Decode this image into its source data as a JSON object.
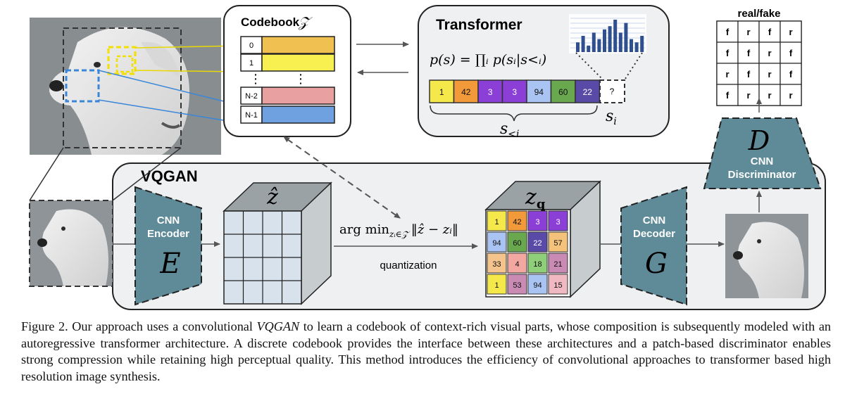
{
  "codebook": {
    "title": "Codebook",
    "symbol": "𝒵",
    "entries": [
      {
        "index": "0",
        "color": "#f0c050"
      },
      {
        "index": "1",
        "color": "#f8f050"
      },
      {
        "index": "N-2",
        "color": "#e8a0a0"
      },
      {
        "index": "N-1",
        "color": "#6fa0e0"
      }
    ]
  },
  "transformer": {
    "title": "Transformer",
    "formula": "p(s) = ∏ᵢ p(sᵢ|s<ᵢ)",
    "sequence": [
      {
        "value": "1",
        "color": "#f5e84a"
      },
      {
        "value": "42",
        "color": "#f2993a"
      },
      {
        "value": "3",
        "color": "#8c3fd6"
      },
      {
        "value": "3",
        "color": "#8c3fd6"
      },
      {
        "value": "94",
        "color": "#a9c4f2"
      },
      {
        "value": "60",
        "color": "#6aa84f"
      },
      {
        "value": "22",
        "color": "#5a4aa8"
      }
    ],
    "unknown": "?",
    "context_label": "s<i",
    "target_label": "si",
    "histogram": [
      3,
      5,
      2,
      6,
      4,
      7,
      8,
      10,
      6,
      9,
      4,
      3,
      5
    ]
  },
  "discriminator": {
    "header": "real/fake",
    "grid": [
      [
        "f",
        "r",
        "f",
        "r"
      ],
      [
        "f",
        "f",
        "r",
        "f"
      ],
      [
        "r",
        "f",
        "r",
        "f"
      ],
      [
        "f",
        "r",
        "r",
        "r"
      ]
    ],
    "symbol": "D",
    "label_line1": "CNN",
    "label_line2": "Discriminator"
  },
  "vqgan": {
    "title": "VQGAN",
    "encoder_line1": "CNN",
    "encoder_line2": "Encoder",
    "encoder_symbol": "E",
    "decoder_line1": "CNN",
    "decoder_line2": "Decoder",
    "decoder_symbol": "G",
    "zhat_symbol": "ẑ",
    "zq_symbol": "z",
    "zq_sub": "q",
    "argmin": "arg min",
    "argmin_sub": "zᵢ∈𝒵",
    "argmin_norm": "‖ẑ − zᵢ‖",
    "quantization": "quantization",
    "zq_grid": [
      [
        {
          "v": "1",
          "c": "#f5e84a"
        },
        {
          "v": "42",
          "c": "#f2993a"
        },
        {
          "v": "3",
          "c": "#8c3fd6"
        },
        {
          "v": "3",
          "c": "#8c3fd6"
        }
      ],
      [
        {
          "v": "94",
          "c": "#a9c4f2"
        },
        {
          "v": "60",
          "c": "#6aa84f"
        },
        {
          "v": "22",
          "c": "#5a4aa8"
        },
        {
          "v": "57",
          "c": "#f4c27a"
        }
      ],
      [
        {
          "v": "33",
          "c": "#f4c48c"
        },
        {
          "v": "4",
          "c": "#f2a8a0"
        },
        {
          "v": "18",
          "c": "#8fcf7a"
        },
        {
          "v": "21",
          "c": "#c98ab4"
        }
      ],
      [
        {
          "v": "1",
          "c": "#f5e84a"
        },
        {
          "v": "53",
          "c": "#c98ab4"
        },
        {
          "v": "94",
          "c": "#a9c4f2"
        },
        {
          "v": "15",
          "c": "#f0b8c0"
        }
      ]
    ]
  },
  "caption": {
    "part1": "Figure 2. Our approach uses a convolutional ",
    "italic": "VQGAN",
    "part2": " to learn a codebook of context-rich visual parts, whose composition is subsequently modeled with an autoregressive transformer architecture. A discrete codebook provides the interface between these architectures and a patch-based discriminator enables strong compression while retaining high perceptual quality. This method introduces the efficiency of convolutional approaches to transformer based high resolution image synthesis."
  }
}
